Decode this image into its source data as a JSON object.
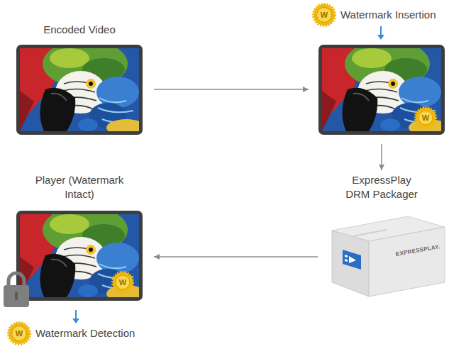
{
  "diagram": {
    "nodes": [
      {
        "text": [
          "Encoded Video"
        ]
      },
      {
        "text": [
          "Watermark Insertion"
        ]
      },
      {
        "text": [
          "ExpressPlay DRM Packager",
          "EXPRESSPLAY."
        ]
      },
      {
        "text": [
          "Player (Watermark Intact)"
        ]
      }
    ],
    "edges": [
      {
        "from": 0,
        "to": 1,
        "arrow": "to"
      },
      {
        "from": 1,
        "to": 2,
        "arrow": "to"
      },
      {
        "from": 2,
        "to": 3,
        "arrow": "to"
      }
    ],
    "labels": [
      "W",
      "W",
      "W",
      "W",
      "Watermark Detection"
    ]
  }
}
